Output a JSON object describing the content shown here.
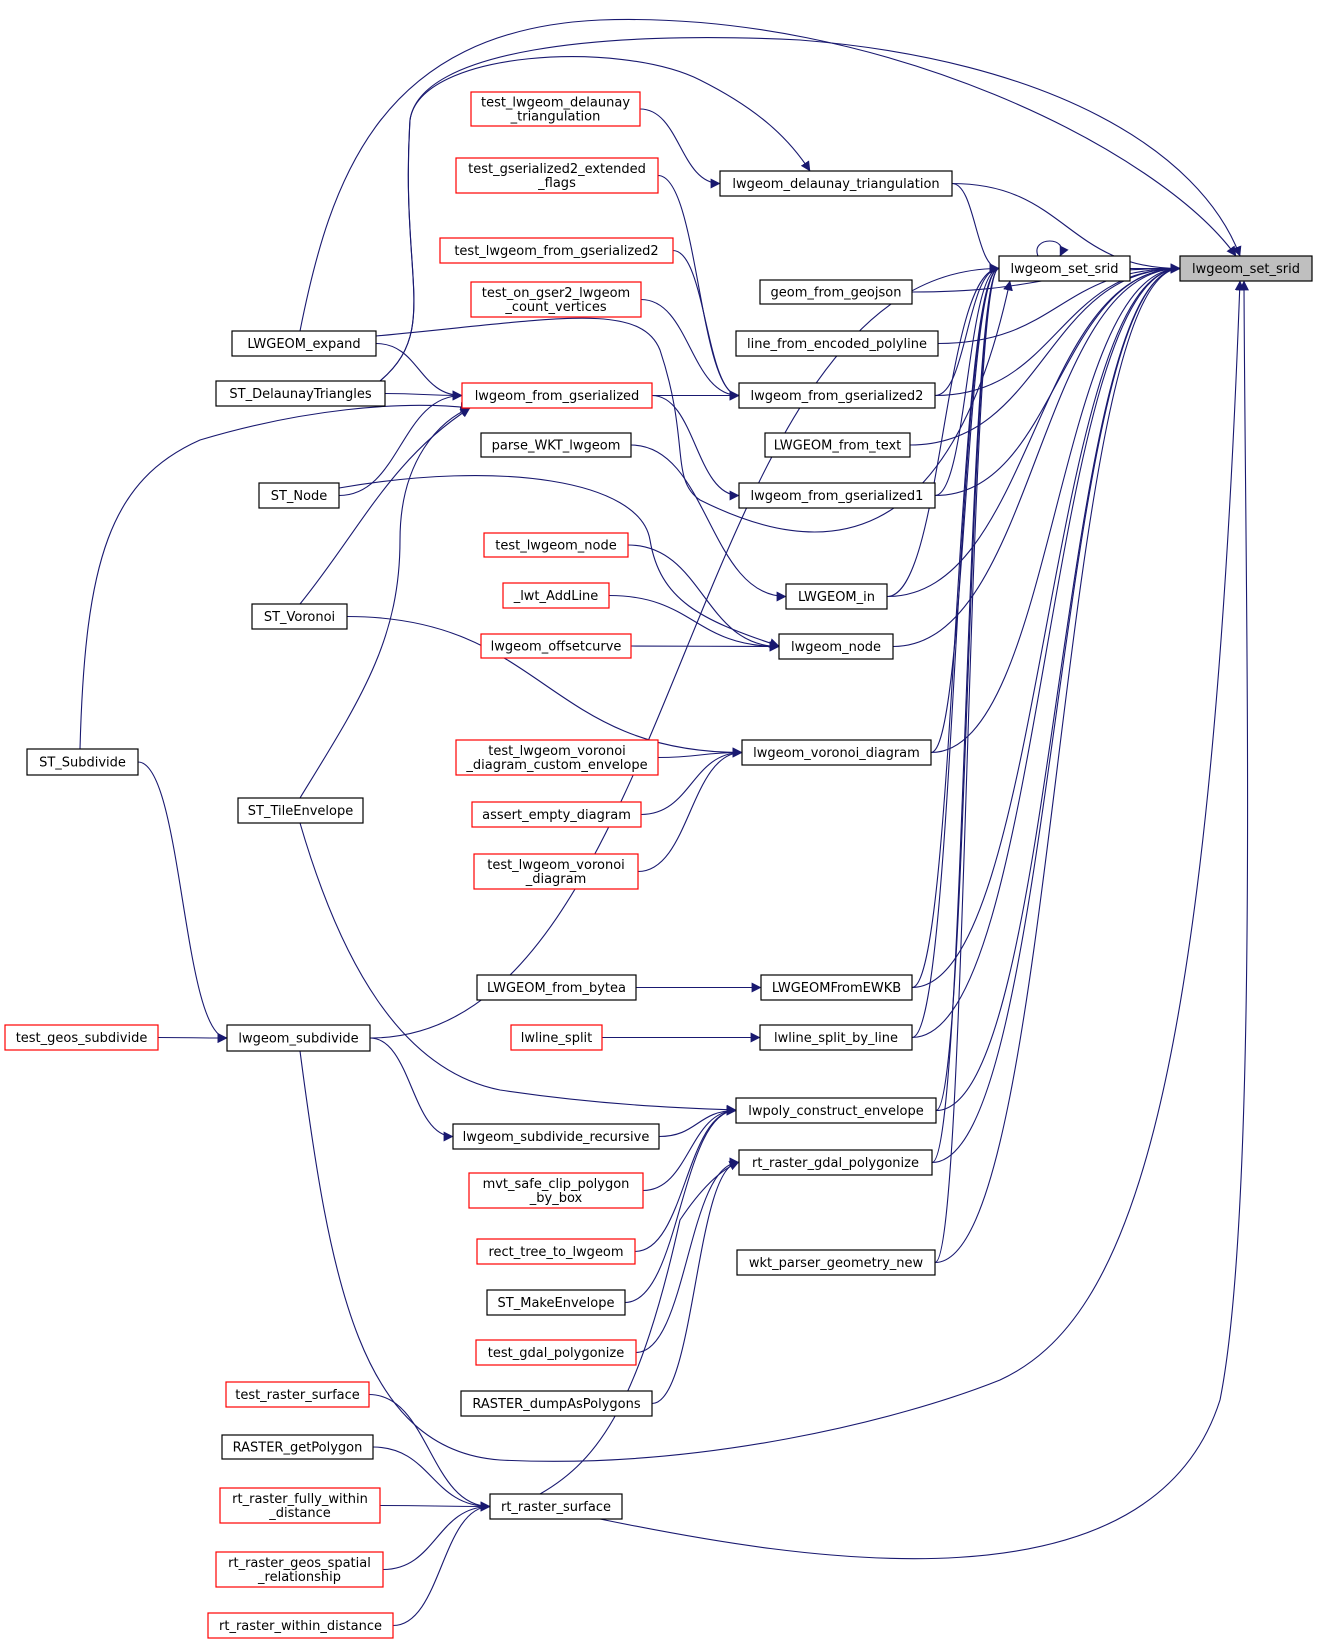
{
  "nodes": [
    {
      "id": "lwgeom_set_srid_root",
      "lines": [
        "lwgeom_set_srid"
      ],
      "kind": "focus"
    },
    {
      "id": "lwgeom_set_srid",
      "lines": [
        "lwgeom_set_srid"
      ],
      "kind": "doc"
    },
    {
      "id": "lwgeom_delaunay_triangulation",
      "lines": [
        "lwgeom_delaunay_triangulation"
      ],
      "kind": "doc"
    },
    {
      "id": "geom_from_geojson",
      "lines": [
        "geom_from_geojson"
      ],
      "kind": "doc"
    },
    {
      "id": "line_from_encoded_polyline",
      "lines": [
        "line_from_encoded_polyline"
      ],
      "kind": "doc"
    },
    {
      "id": "lwgeom_from_gserialized2",
      "lines": [
        "lwgeom_from_gserialized2"
      ],
      "kind": "doc"
    },
    {
      "id": "LWGEOM_from_text",
      "lines": [
        "LWGEOM_from_text"
      ],
      "kind": "doc"
    },
    {
      "id": "lwgeom_from_gserialized1",
      "lines": [
        "lwgeom_from_gserialized1"
      ],
      "kind": "doc"
    },
    {
      "id": "LWGEOM_in",
      "lines": [
        "LWGEOM_in"
      ],
      "kind": "doc"
    },
    {
      "id": "lwgeom_node",
      "lines": [
        "lwgeom_node"
      ],
      "kind": "doc"
    },
    {
      "id": "lwgeom_voronoi_diagram",
      "lines": [
        "lwgeom_voronoi_diagram"
      ],
      "kind": "doc"
    },
    {
      "id": "LWGEOMFromEWKB",
      "lines": [
        "LWGEOMFromEWKB"
      ],
      "kind": "doc"
    },
    {
      "id": "lwline_split_by_line",
      "lines": [
        "lwline_split_by_line"
      ],
      "kind": "doc"
    },
    {
      "id": "lwpoly_construct_envelope",
      "lines": [
        "lwpoly_construct_envelope"
      ],
      "kind": "doc"
    },
    {
      "id": "rt_raster_gdal_polygonize",
      "lines": [
        "rt_raster_gdal_polygonize"
      ],
      "kind": "doc"
    },
    {
      "id": "wkt_parser_geometry_new",
      "lines": [
        "wkt_parser_geometry_new"
      ],
      "kind": "doc"
    },
    {
      "id": "test_lwgeom_delaunay_triangulation",
      "lines": [
        "test_lwgeom_delaunay",
        "_triangulation"
      ],
      "kind": "undoc"
    },
    {
      "id": "test_gserialized2_extended_flags",
      "lines": [
        "test_gserialized2_extended",
        "_flags"
      ],
      "kind": "undoc"
    },
    {
      "id": "test_lwgeom_from_gserialized2",
      "lines": [
        "test_lwgeom_from_gserialized2"
      ],
      "kind": "undoc"
    },
    {
      "id": "test_on_gser2_lwgeom_count_vertices",
      "lines": [
        "test_on_gser2_lwgeom",
        "_count_vertices"
      ],
      "kind": "undoc"
    },
    {
      "id": "lwgeom_from_gserialized",
      "lines": [
        "lwgeom_from_gserialized"
      ],
      "kind": "undoc"
    },
    {
      "id": "parse_WKT_lwgeom",
      "lines": [
        "parse_WKT_lwgeom"
      ],
      "kind": "doc"
    },
    {
      "id": "test_lwgeom_node",
      "lines": [
        "test_lwgeom_node"
      ],
      "kind": "undoc"
    },
    {
      "id": "_lwt_AddLine",
      "lines": [
        "_lwt_AddLine"
      ],
      "kind": "undoc"
    },
    {
      "id": "lwgeom_offsetcurve",
      "lines": [
        "lwgeom_offsetcurve"
      ],
      "kind": "undoc"
    },
    {
      "id": "test_lwgeom_voronoi_diagram_custom_envelope",
      "lines": [
        "test_lwgeom_voronoi",
        "_diagram_custom_envelope"
      ],
      "kind": "undoc"
    },
    {
      "id": "assert_empty_diagram",
      "lines": [
        "assert_empty_diagram"
      ],
      "kind": "undoc"
    },
    {
      "id": "test_lwgeom_voronoi_diagram",
      "lines": [
        "test_lwgeom_voronoi",
        "_diagram"
      ],
      "kind": "undoc"
    },
    {
      "id": "LWGEOM_from_bytea",
      "lines": [
        "LWGEOM_from_bytea"
      ],
      "kind": "doc"
    },
    {
      "id": "lwline_split",
      "lines": [
        "lwline_split"
      ],
      "kind": "undoc"
    },
    {
      "id": "lwgeom_subdivide_recursive",
      "lines": [
        "lwgeom_subdivide_recursive"
      ],
      "kind": "doc"
    },
    {
      "id": "mvt_safe_clip_polygon_by_box",
      "lines": [
        "mvt_safe_clip_polygon",
        "_by_box"
      ],
      "kind": "undoc"
    },
    {
      "id": "rect_tree_to_lwgeom",
      "lines": [
        "rect_tree_to_lwgeom"
      ],
      "kind": "undoc"
    },
    {
      "id": "ST_MakeEnvelope",
      "lines": [
        "ST_MakeEnvelope"
      ],
      "kind": "doc"
    },
    {
      "id": "test_gdal_polygonize",
      "lines": [
        "test_gdal_polygonize"
      ],
      "kind": "undoc"
    },
    {
      "id": "RASTER_dumpAsPolygons",
      "lines": [
        "RASTER_dumpAsPolygons"
      ],
      "kind": "doc"
    },
    {
      "id": "LWGEOM_expand",
      "lines": [
        "LWGEOM_expand"
      ],
      "kind": "doc"
    },
    {
      "id": "ST_DelaunayTriangles",
      "lines": [
        "ST_DelaunayTriangles"
      ],
      "kind": "doc"
    },
    {
      "id": "ST_Node",
      "lines": [
        "ST_Node"
      ],
      "kind": "doc"
    },
    {
      "id": "ST_Voronoi",
      "lines": [
        "ST_Voronoi"
      ],
      "kind": "doc"
    },
    {
      "id": "ST_Subdivide",
      "lines": [
        "ST_Subdivide"
      ],
      "kind": "doc"
    },
    {
      "id": "ST_TileEnvelope",
      "lines": [
        "ST_TileEnvelope"
      ],
      "kind": "doc"
    },
    {
      "id": "lwgeom_subdivide",
      "lines": [
        "lwgeom_subdivide"
      ],
      "kind": "doc"
    },
    {
      "id": "test_geos_subdivide",
      "lines": [
        "test_geos_subdivide"
      ],
      "kind": "undoc"
    },
    {
      "id": "test_raster_surface",
      "lines": [
        "test_raster_surface"
      ],
      "kind": "undoc"
    },
    {
      "id": "RASTER_getPolygon",
      "lines": [
        "RASTER_getPolygon"
      ],
      "kind": "doc"
    },
    {
      "id": "rt_raster_fully_within_distance",
      "lines": [
        "rt_raster_fully_within",
        "_distance"
      ],
      "kind": "undoc"
    },
    {
      "id": "rt_raster_geos_spatial_relationship",
      "lines": [
        "rt_raster_geos_spatial",
        "_relationship"
      ],
      "kind": "undoc"
    },
    {
      "id": "rt_raster_within_distance",
      "lines": [
        "rt_raster_within_distance"
      ],
      "kind": "undoc"
    },
    {
      "id": "rt_raster_surface",
      "lines": [
        "rt_raster_surface"
      ],
      "kind": "doc"
    }
  ],
  "edges": [
    [
      "lwgeom_set_srid",
      "lwgeom_set_srid_root"
    ],
    [
      "lwgeom_delaunay_triangulation",
      "lwgeom_set_srid_root"
    ],
    [
      "geom_from_geojson",
      "lwgeom_set_srid_root"
    ],
    [
      "line_from_encoded_polyline",
      "lwgeom_set_srid_root"
    ],
    [
      "lwgeom_from_gserialized2",
      "lwgeom_set_srid_root"
    ],
    [
      "LWGEOM_from_text",
      "lwgeom_set_srid_root"
    ],
    [
      "lwgeom_from_gserialized1",
      "lwgeom_set_srid_root"
    ],
    [
      "LWGEOM_in",
      "lwgeom_set_srid_root"
    ],
    [
      "lwgeom_node",
      "lwgeom_set_srid_root"
    ],
    [
      "lwgeom_voronoi_diagram",
      "lwgeom_set_srid_root"
    ],
    [
      "LWGEOMFromEWKB",
      "lwgeom_set_srid_root"
    ],
    [
      "lwline_split_by_line",
      "lwgeom_set_srid_root"
    ],
    [
      "lwpoly_construct_envelope",
      "lwgeom_set_srid_root"
    ],
    [
      "rt_raster_gdal_polygonize",
      "lwgeom_set_srid_root"
    ],
    [
      "wkt_parser_geometry_new",
      "lwgeom_set_srid_root"
    ],
    [
      "LWGEOM_expand",
      "lwgeom_set_srid_root"
    ],
    [
      "ST_DelaunayTriangles",
      "lwgeom_set_srid_root"
    ],
    [
      "lwgeom_subdivide",
      "lwgeom_set_srid_root"
    ],
    [
      "rt_raster_surface",
      "lwgeom_set_srid_root"
    ],
    [
      "lwgeom_set_srid",
      "lwgeom_set_srid"
    ],
    [
      "lwgeom_delaunay_triangulation",
      "lwgeom_set_srid"
    ],
    [
      "lwgeom_from_gserialized2",
      "lwgeom_set_srid"
    ],
    [
      "lwgeom_from_gserialized1",
      "lwgeom_set_srid"
    ],
    [
      "LWGEOM_in",
      "lwgeom_set_srid"
    ],
    [
      "lwgeom_voronoi_diagram",
      "lwgeom_set_srid"
    ],
    [
      "LWGEOMFromEWKB",
      "lwgeom_set_srid"
    ],
    [
      "lwline_split_by_line",
      "lwgeom_set_srid"
    ],
    [
      "lwpoly_construct_envelope",
      "lwgeom_set_srid"
    ],
    [
      "rt_raster_gdal_polygonize",
      "lwgeom_set_srid"
    ],
    [
      "wkt_parser_geometry_new",
      "lwgeom_set_srid"
    ],
    [
      "LWGEOM_expand",
      "lwgeom_set_srid"
    ],
    [
      "lwgeom_subdivide",
      "lwgeom_set_srid"
    ],
    [
      "test_lwgeom_delaunay_triangulation",
      "lwgeom_delaunay_triangulation"
    ],
    [
      "ST_DelaunayTriangles",
      "lwgeom_delaunay_triangulation"
    ],
    [
      "test_gserialized2_extended_flags",
      "lwgeom_from_gserialized2"
    ],
    [
      "test_lwgeom_from_gserialized2",
      "lwgeom_from_gserialized2"
    ],
    [
      "test_on_gser2_lwgeom_count_vertices",
      "lwgeom_from_gserialized2"
    ],
    [
      "lwgeom_from_gserialized",
      "lwgeom_from_gserialized2"
    ],
    [
      "lwgeom_from_gserialized",
      "lwgeom_from_gserialized1"
    ],
    [
      "parse_WKT_lwgeom",
      "LWGEOM_in"
    ],
    [
      "test_lwgeom_node",
      "lwgeom_node"
    ],
    [
      "_lwt_AddLine",
      "lwgeom_node"
    ],
    [
      "lwgeom_offsetcurve",
      "lwgeom_node"
    ],
    [
      "ST_Node",
      "lwgeom_node"
    ],
    [
      "test_lwgeom_voronoi_diagram_custom_envelope",
      "lwgeom_voronoi_diagram"
    ],
    [
      "assert_empty_diagram",
      "lwgeom_voronoi_diagram"
    ],
    [
      "test_lwgeom_voronoi_diagram",
      "lwgeom_voronoi_diagram"
    ],
    [
      "ST_Voronoi",
      "lwgeom_voronoi_diagram"
    ],
    [
      "LWGEOM_from_bytea",
      "LWGEOMFromEWKB"
    ],
    [
      "lwline_split",
      "lwline_split_by_line"
    ],
    [
      "lwgeom_subdivide_recursive",
      "lwpoly_construct_envelope"
    ],
    [
      "mvt_safe_clip_polygon_by_box",
      "lwpoly_construct_envelope"
    ],
    [
      "rect_tree_to_lwgeom",
      "lwpoly_construct_envelope"
    ],
    [
      "ST_MakeEnvelope",
      "lwpoly_construct_envelope"
    ],
    [
      "ST_TileEnvelope",
      "lwpoly_construct_envelope"
    ],
    [
      "test_gdal_polygonize",
      "rt_raster_gdal_polygonize"
    ],
    [
      "RASTER_dumpAsPolygons",
      "rt_raster_gdal_polygonize"
    ],
    [
      "rt_raster_surface",
      "rt_raster_gdal_polygonize"
    ],
    [
      "LWGEOM_expand",
      "lwgeom_from_gserialized"
    ],
    [
      "ST_DelaunayTriangles",
      "lwgeom_from_gserialized"
    ],
    [
      "ST_Node",
      "lwgeom_from_gserialized"
    ],
    [
      "ST_Voronoi",
      "lwgeom_from_gserialized"
    ],
    [
      "ST_Subdivide",
      "lwgeom_from_gserialized"
    ],
    [
      "ST_TileEnvelope",
      "lwgeom_from_gserialized"
    ],
    [
      "ST_Subdivide",
      "lwgeom_subdivide"
    ],
    [
      "test_geos_subdivide",
      "lwgeom_subdivide"
    ],
    [
      "lwgeom_subdivide",
      "lwgeom_subdivide_recursive"
    ],
    [
      "test_raster_surface",
      "rt_raster_surface"
    ],
    [
      "RASTER_getPolygon",
      "rt_raster_surface"
    ],
    [
      "rt_raster_fully_within_distance",
      "rt_raster_surface"
    ],
    [
      "rt_raster_geos_spatial_relationship",
      "rt_raster_surface"
    ],
    [
      "rt_raster_within_distance",
      "rt_raster_surface"
    ]
  ],
  "colors": {
    "edge": "#191970",
    "documented_border": "#000000",
    "undocumented_border": "#ff0000",
    "focus_fill": "#bfbfbf"
  }
}
